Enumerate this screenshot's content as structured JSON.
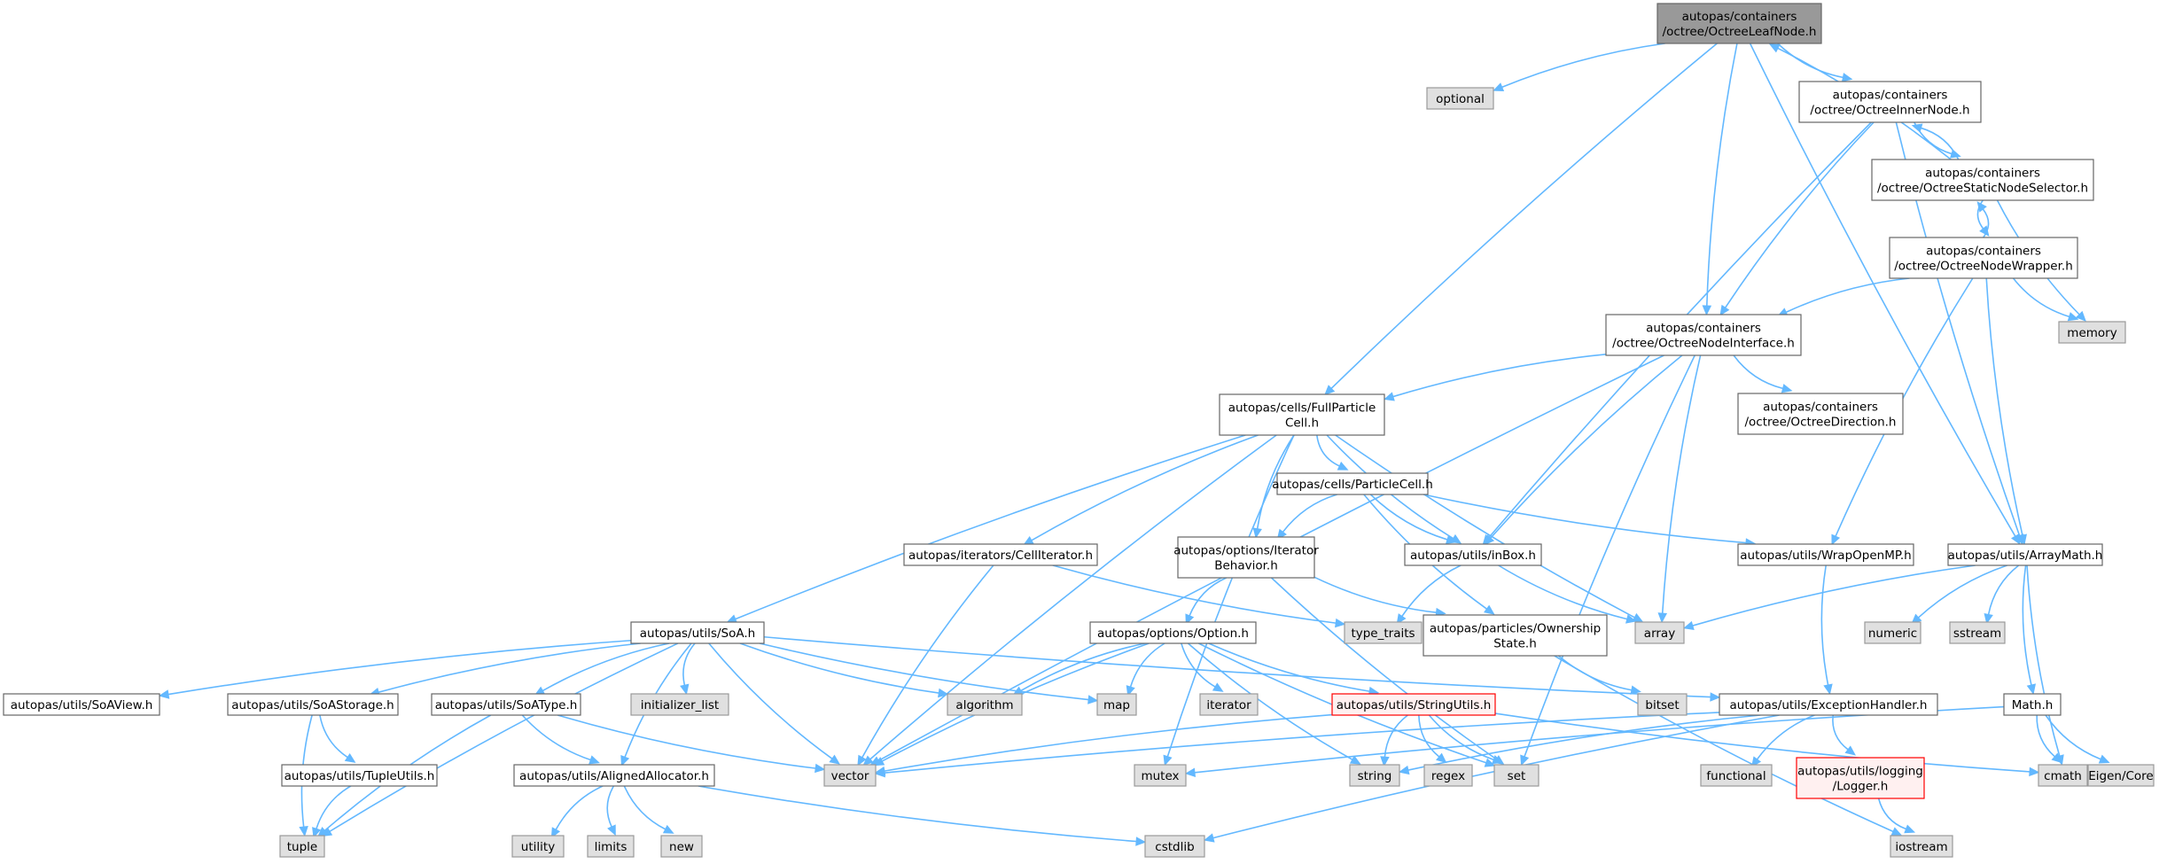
{
  "colors": {
    "root_fill": "#999999",
    "root_border": "#666666",
    "header_fill": "#ffffff",
    "header_border": "#666666",
    "system_fill": "#e0e0e0",
    "system_border": "#999999",
    "error_fill": "#fff0f0",
    "error_border": "#ff0000",
    "edge": "#63b8ff"
  },
  "nodes": [
    {
      "id": "root",
      "lines": [
        "autopas/containers",
        "/octree/OctreeLeafNode.h"
      ],
      "kind": "root"
    },
    {
      "id": "optional",
      "lines": [
        "optional"
      ],
      "kind": "system"
    },
    {
      "id": "innernode",
      "lines": [
        "autopas/containers",
        "/octree/OctreeInnerNode.h"
      ],
      "kind": "header"
    },
    {
      "id": "staticselector",
      "lines": [
        "autopas/containers",
        "/octree/OctreeStaticNodeSelector.h"
      ],
      "kind": "header"
    },
    {
      "id": "nodewrapper",
      "lines": [
        "autopas/containers",
        "/octree/OctreeNodeWrapper.h"
      ],
      "kind": "header"
    },
    {
      "id": "memory",
      "lines": [
        "memory"
      ],
      "kind": "system"
    },
    {
      "id": "nodeinterface",
      "lines": [
        "autopas/containers",
        "/octree/OctreeNodeInterface.h"
      ],
      "kind": "header"
    },
    {
      "id": "octreedirection",
      "lines": [
        "autopas/containers",
        "/octree/OctreeDirection.h"
      ],
      "kind": "header"
    },
    {
      "id": "fullparticlecell",
      "lines": [
        "autopas/cells/FullParticle",
        "Cell.h"
      ],
      "kind": "header"
    },
    {
      "id": "particlecell",
      "lines": [
        "autopas/cells/ParticleCell.h"
      ],
      "kind": "header"
    },
    {
      "id": "celliterator",
      "lines": [
        "autopas/iterators/CellIterator.h"
      ],
      "kind": "header"
    },
    {
      "id": "iteratorbehavior",
      "lines": [
        "autopas/options/Iterator",
        "Behavior.h"
      ],
      "kind": "header"
    },
    {
      "id": "inbox",
      "lines": [
        "autopas/utils/inBox.h"
      ],
      "kind": "header"
    },
    {
      "id": "wrapopenmp",
      "lines": [
        "autopas/utils/WrapOpenMP.h"
      ],
      "kind": "header"
    },
    {
      "id": "arraymath",
      "lines": [
        "autopas/utils/ArrayMath.h"
      ],
      "kind": "header"
    },
    {
      "id": "soa",
      "lines": [
        "autopas/utils/SoA.h"
      ],
      "kind": "header"
    },
    {
      "id": "option",
      "lines": [
        "autopas/options/Option.h"
      ],
      "kind": "header"
    },
    {
      "id": "type_traits",
      "lines": [
        "type_traits"
      ],
      "kind": "system"
    },
    {
      "id": "ownershipstate",
      "lines": [
        "autopas/particles/Ownership",
        "State.h"
      ],
      "kind": "header"
    },
    {
      "id": "array",
      "lines": [
        "array"
      ],
      "kind": "system"
    },
    {
      "id": "numeric",
      "lines": [
        "numeric"
      ],
      "kind": "system"
    },
    {
      "id": "sstream",
      "lines": [
        "sstream"
      ],
      "kind": "system"
    },
    {
      "id": "soaview",
      "lines": [
        "autopas/utils/SoAView.h"
      ],
      "kind": "header"
    },
    {
      "id": "soastorage",
      "lines": [
        "autopas/utils/SoAStorage.h"
      ],
      "kind": "header"
    },
    {
      "id": "soatype",
      "lines": [
        "autopas/utils/SoAType.h"
      ],
      "kind": "header"
    },
    {
      "id": "initializer_list",
      "lines": [
        "initializer_list"
      ],
      "kind": "system"
    },
    {
      "id": "algorithm",
      "lines": [
        "algorithm"
      ],
      "kind": "system"
    },
    {
      "id": "map",
      "lines": [
        "map"
      ],
      "kind": "system"
    },
    {
      "id": "iterator",
      "lines": [
        "iterator"
      ],
      "kind": "system"
    },
    {
      "id": "stringutils",
      "lines": [
        "autopas/utils/StringUtils.h"
      ],
      "kind": "error"
    },
    {
      "id": "bitset",
      "lines": [
        "bitset"
      ],
      "kind": "system"
    },
    {
      "id": "exceptionhandler",
      "lines": [
        "autopas/utils/ExceptionHandler.h"
      ],
      "kind": "header"
    },
    {
      "id": "mathh",
      "lines": [
        "Math.h"
      ],
      "kind": "header"
    },
    {
      "id": "tupleutils",
      "lines": [
        "autopas/utils/TupleUtils.h"
      ],
      "kind": "header"
    },
    {
      "id": "vector",
      "lines": [
        "vector"
      ],
      "kind": "system"
    },
    {
      "id": "mutex",
      "lines": [
        "mutex"
      ],
      "kind": "system"
    },
    {
      "id": "string",
      "lines": [
        "string"
      ],
      "kind": "system"
    },
    {
      "id": "regex",
      "lines": [
        "regex"
      ],
      "kind": "system"
    },
    {
      "id": "set",
      "lines": [
        "set"
      ],
      "kind": "system"
    },
    {
      "id": "functional",
      "lines": [
        "functional"
      ],
      "kind": "system"
    },
    {
      "id": "logger",
      "lines": [
        "autopas/utils/logging",
        "/Logger.h"
      ],
      "kind": "error"
    },
    {
      "id": "cmath",
      "lines": [
        "cmath"
      ],
      "kind": "system"
    },
    {
      "id": "eigencore",
      "lines": [
        "Eigen/Core"
      ],
      "kind": "system"
    },
    {
      "id": "alignedallocator",
      "lines": [
        "autopas/utils/AlignedAllocator.h"
      ],
      "kind": "header"
    },
    {
      "id": "tuple",
      "lines": [
        "tuple"
      ],
      "kind": "system"
    },
    {
      "id": "utility",
      "lines": [
        "utility"
      ],
      "kind": "system"
    },
    {
      "id": "limits",
      "lines": [
        "limits"
      ],
      "kind": "system"
    },
    {
      "id": "new",
      "lines": [
        "new"
      ],
      "kind": "system"
    },
    {
      "id": "cstdlib",
      "lines": [
        "cstdlib"
      ],
      "kind": "system"
    },
    {
      "id": "iostream",
      "lines": [
        "iostream"
      ],
      "kind": "system"
    }
  ],
  "edges": [
    [
      "root",
      "optional"
    ],
    [
      "root",
      "innernode"
    ],
    [
      "root",
      "nodeinterface"
    ],
    [
      "root",
      "fullparticlecell"
    ],
    [
      "root",
      "arraymath"
    ],
    [
      "innernode",
      "staticselector"
    ],
    [
      "innernode",
      "nodeinterface"
    ],
    [
      "innernode",
      "inbox"
    ],
    [
      "innernode",
      "arraymath"
    ],
    [
      "staticselector",
      "root"
    ],
    [
      "staticselector",
      "innernode"
    ],
    [
      "staticselector",
      "nodewrapper"
    ],
    [
      "staticselector",
      "memory"
    ],
    [
      "nodewrapper",
      "staticselector"
    ],
    [
      "nodewrapper",
      "memory"
    ],
    [
      "nodewrapper",
      "nodeinterface"
    ],
    [
      "nodewrapper",
      "wrapopenmp"
    ],
    [
      "nodewrapper",
      "arraymath"
    ],
    [
      "nodeinterface",
      "octreedirection"
    ],
    [
      "nodeinterface",
      "fullparticlecell"
    ],
    [
      "nodeinterface",
      "vector"
    ],
    [
      "nodeinterface",
      "inbox"
    ],
    [
      "nodeinterface",
      "array"
    ],
    [
      "nodeinterface",
      "set"
    ],
    [
      "fullparticlecell",
      "particlecell"
    ],
    [
      "fullparticlecell",
      "celliterator"
    ],
    [
      "fullparticlecell",
      "iteratorbehavior"
    ],
    [
      "fullparticlecell",
      "inbox"
    ],
    [
      "fullparticlecell",
      "soa"
    ],
    [
      "fullparticlecell",
      "vector"
    ],
    [
      "fullparticlecell",
      "mutex"
    ],
    [
      "fullparticlecell",
      "array"
    ],
    [
      "particlecell",
      "iteratorbehavior"
    ],
    [
      "particlecell",
      "inbox"
    ],
    [
      "particlecell",
      "wrapopenmp"
    ],
    [
      "particlecell",
      "ownershipstate"
    ],
    [
      "celliterator",
      "type_traits"
    ],
    [
      "celliterator",
      "vector"
    ],
    [
      "iteratorbehavior",
      "option"
    ],
    [
      "iteratorbehavior",
      "ownershipstate"
    ],
    [
      "iteratorbehavior",
      "set"
    ],
    [
      "inbox",
      "type_traits"
    ],
    [
      "inbox",
      "array"
    ],
    [
      "wrapopenmp",
      "exceptionhandler"
    ],
    [
      "arraymath",
      "array"
    ],
    [
      "arraymath",
      "numeric"
    ],
    [
      "arraymath",
      "sstream"
    ],
    [
      "arraymath",
      "mathh"
    ],
    [
      "arraymath",
      "cmath"
    ],
    [
      "ownershipstate",
      "bitset"
    ],
    [
      "ownershipstate",
      "iostream"
    ],
    [
      "option",
      "algorithm"
    ],
    [
      "option",
      "map"
    ],
    [
      "option",
      "iterator"
    ],
    [
      "option",
      "stringutils"
    ],
    [
      "option",
      "vector"
    ],
    [
      "option",
      "string"
    ],
    [
      "option",
      "set"
    ],
    [
      "soa",
      "soaview"
    ],
    [
      "soa",
      "soastorage"
    ],
    [
      "soa",
      "soatype"
    ],
    [
      "soa",
      "initializer_list"
    ],
    [
      "soa",
      "algorithm"
    ],
    [
      "soa",
      "map"
    ],
    [
      "soa",
      "exceptionhandler"
    ],
    [
      "soa",
      "alignedallocator"
    ],
    [
      "soa",
      "vector"
    ],
    [
      "soa",
      "tuple"
    ],
    [
      "soastorage",
      "tupleutils"
    ],
    [
      "soastorage",
      "tuple"
    ],
    [
      "tupleutils",
      "tuple"
    ],
    [
      "soatype",
      "alignedallocator"
    ],
    [
      "soatype",
      "vector"
    ],
    [
      "soatype",
      "tuple"
    ],
    [
      "alignedallocator",
      "utility"
    ],
    [
      "alignedallocator",
      "limits"
    ],
    [
      "alignedallocator",
      "new"
    ],
    [
      "alignedallocator",
      "cstdlib"
    ],
    [
      "stringutils",
      "vector"
    ],
    [
      "stringutils",
      "string"
    ],
    [
      "stringutils",
      "regex"
    ],
    [
      "stringutils",
      "set"
    ],
    [
      "stringutils",
      "cmath"
    ],
    [
      "exceptionhandler",
      "string"
    ],
    [
      "exceptionhandler",
      "functional"
    ],
    [
      "exceptionhandler",
      "logger"
    ],
    [
      "exceptionhandler",
      "cstdlib"
    ],
    [
      "exceptionhandler",
      "vector"
    ],
    [
      "mathh",
      "cmath"
    ],
    [
      "mathh",
      "eigencore"
    ],
    [
      "mathh",
      "mutex"
    ],
    [
      "logger",
      "iostream"
    ]
  ]
}
